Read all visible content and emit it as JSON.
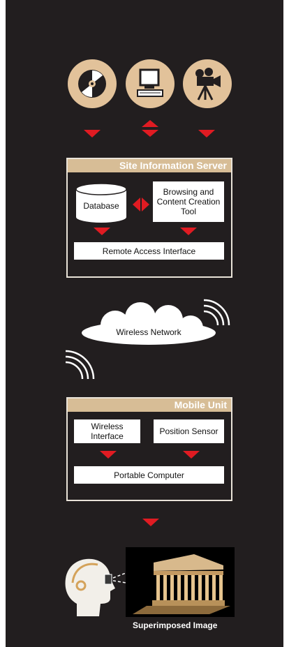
{
  "inputs": {
    "icons": [
      "cd-disc-icon",
      "computer-icon",
      "movie-camera-icon"
    ]
  },
  "server": {
    "title": "Site Information Server",
    "database_label": "Database",
    "tool_label": "Browsing and Content Creation Tool",
    "remote_label": "Remote Access Interface"
  },
  "network": {
    "label": "Wireless Network"
  },
  "mobile": {
    "title": "Mobile Unit",
    "wireless_interface_label": "Wireless Interface",
    "position_sensor_label": "Position Sensor",
    "portable_computer_label": "Portable Computer"
  },
  "output": {
    "caption": "Superimposed Image"
  },
  "colors": {
    "background": "#221e1f",
    "accent": "#e01b22",
    "header": "#d7bd96",
    "icon_circle": "#e2c29a"
  }
}
